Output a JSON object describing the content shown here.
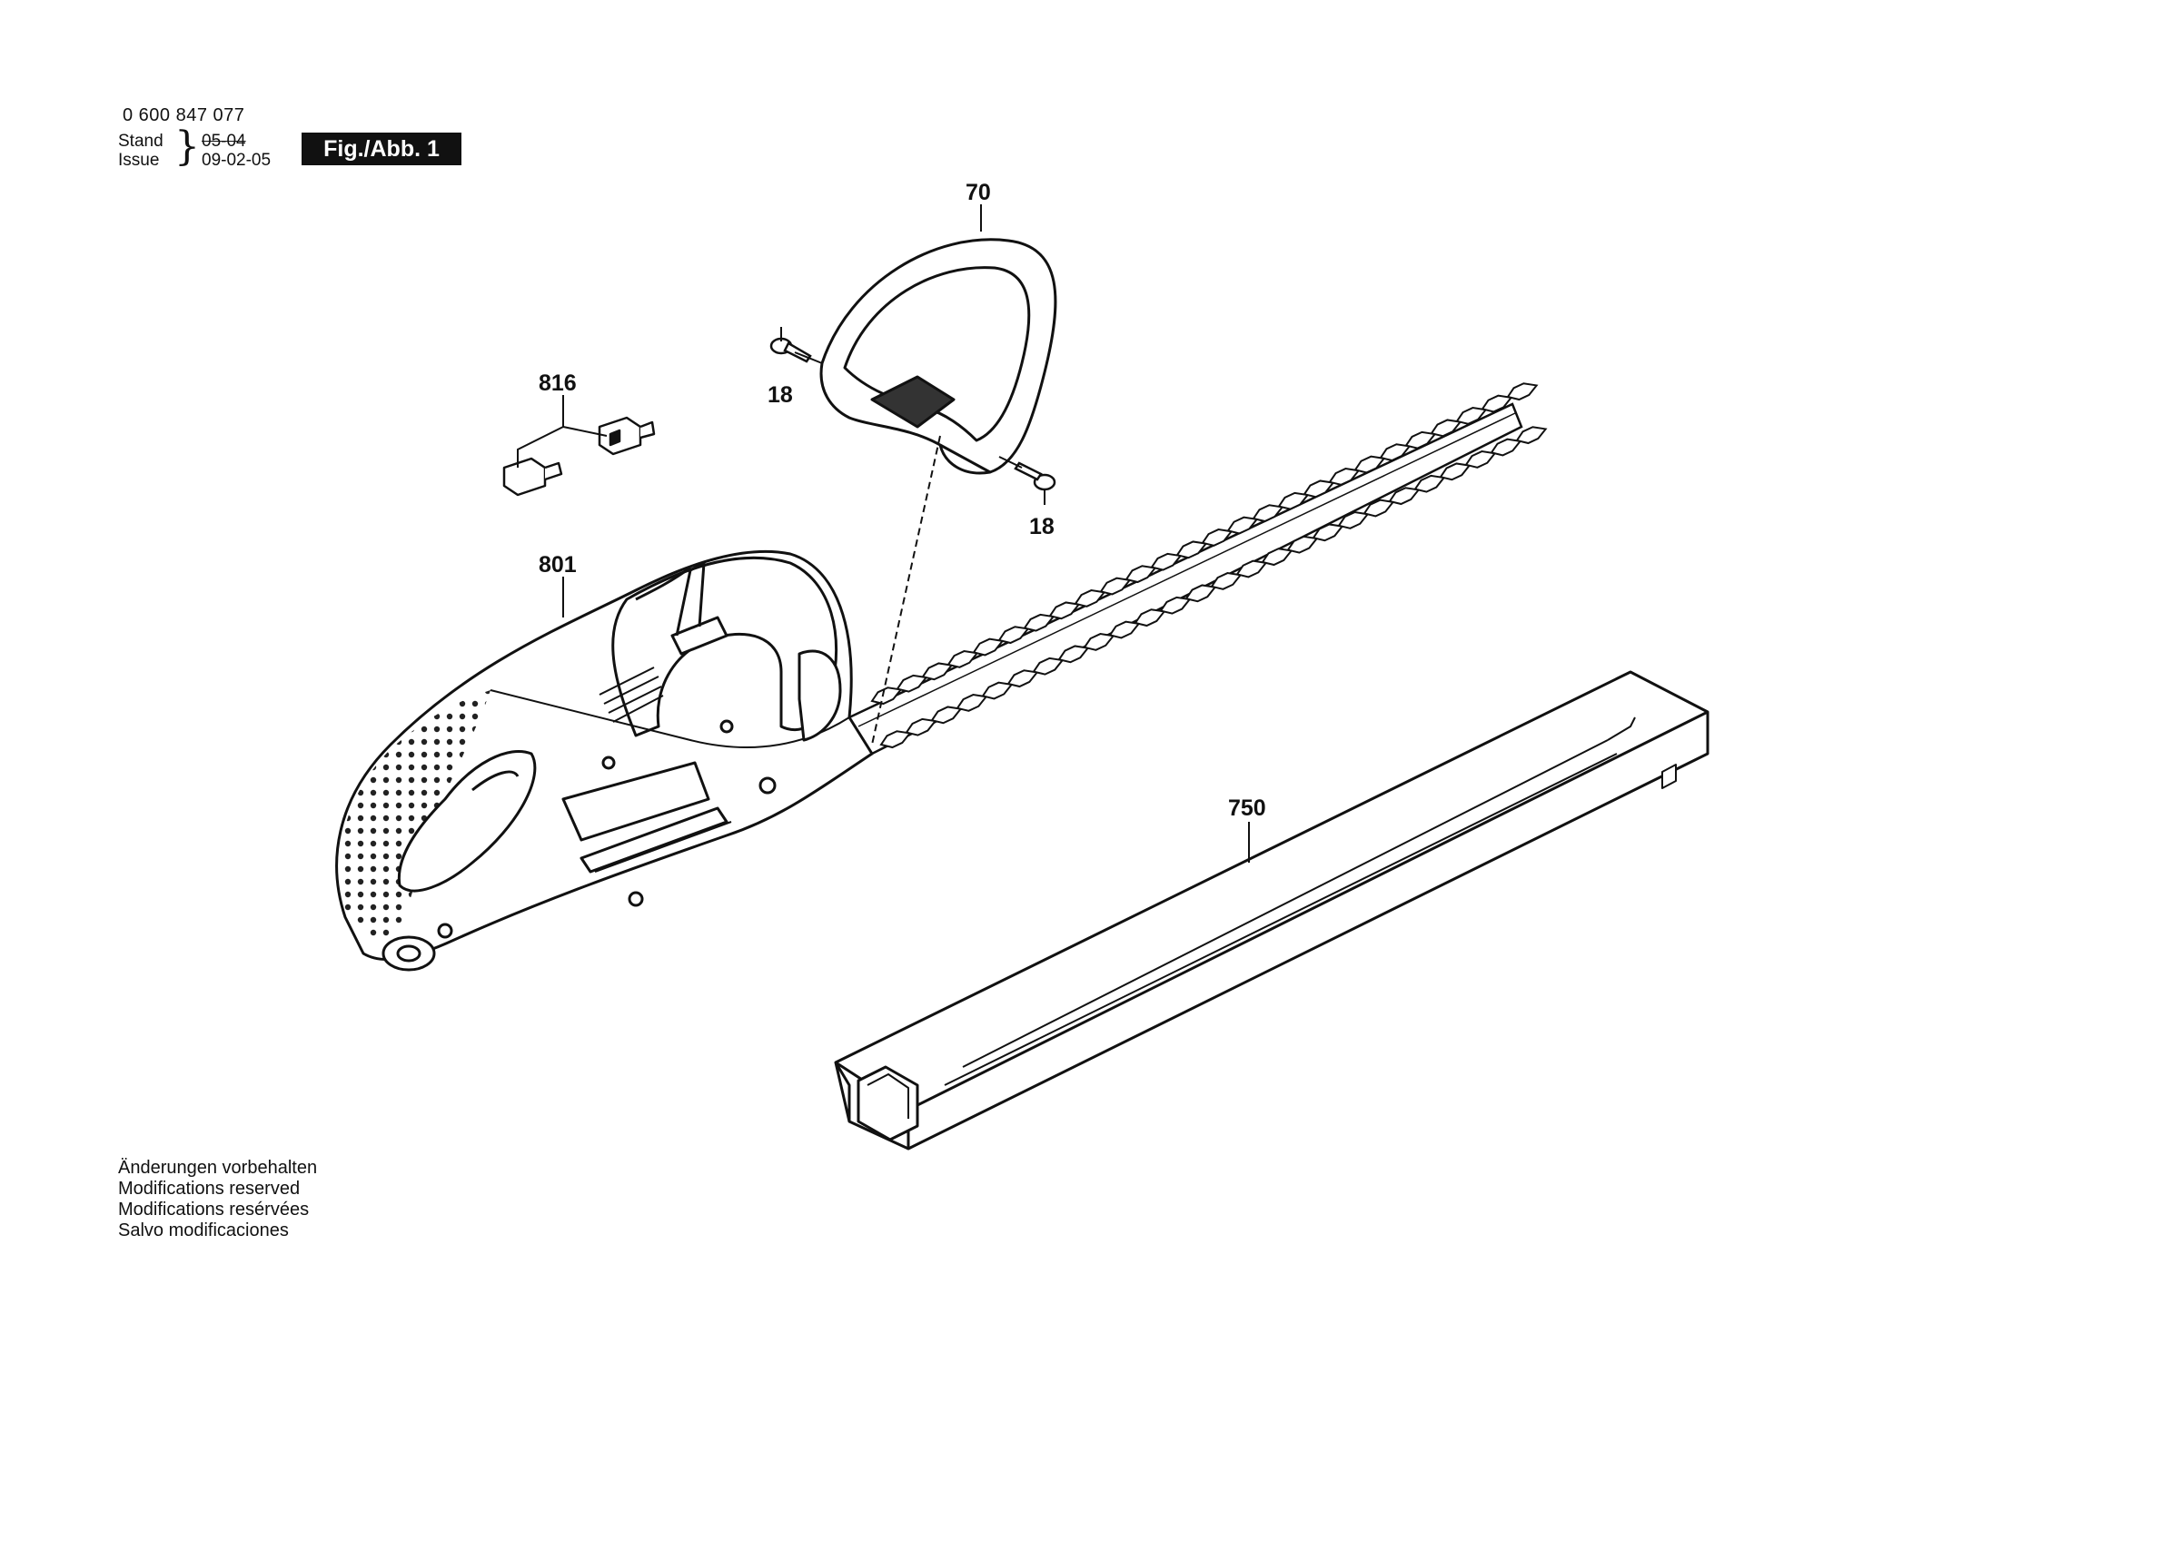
{
  "header": {
    "part_number": "0 600 847 077",
    "stand_label": "Stand",
    "issue_label": "Issue",
    "stand_date": "05-04",
    "issue_date": "09-02-05",
    "figure_label": "Fig./Abb. 1"
  },
  "callouts": {
    "guard": "70",
    "screw_top": "18",
    "screw_bottom": "18",
    "brushes": "816",
    "housing": "801",
    "blade_cover": "750"
  },
  "disclaimer": [
    "Änderungen vorbehalten",
    "Modifications reserved",
    "Modifications resérvées",
    "Salvo modificaciones"
  ]
}
